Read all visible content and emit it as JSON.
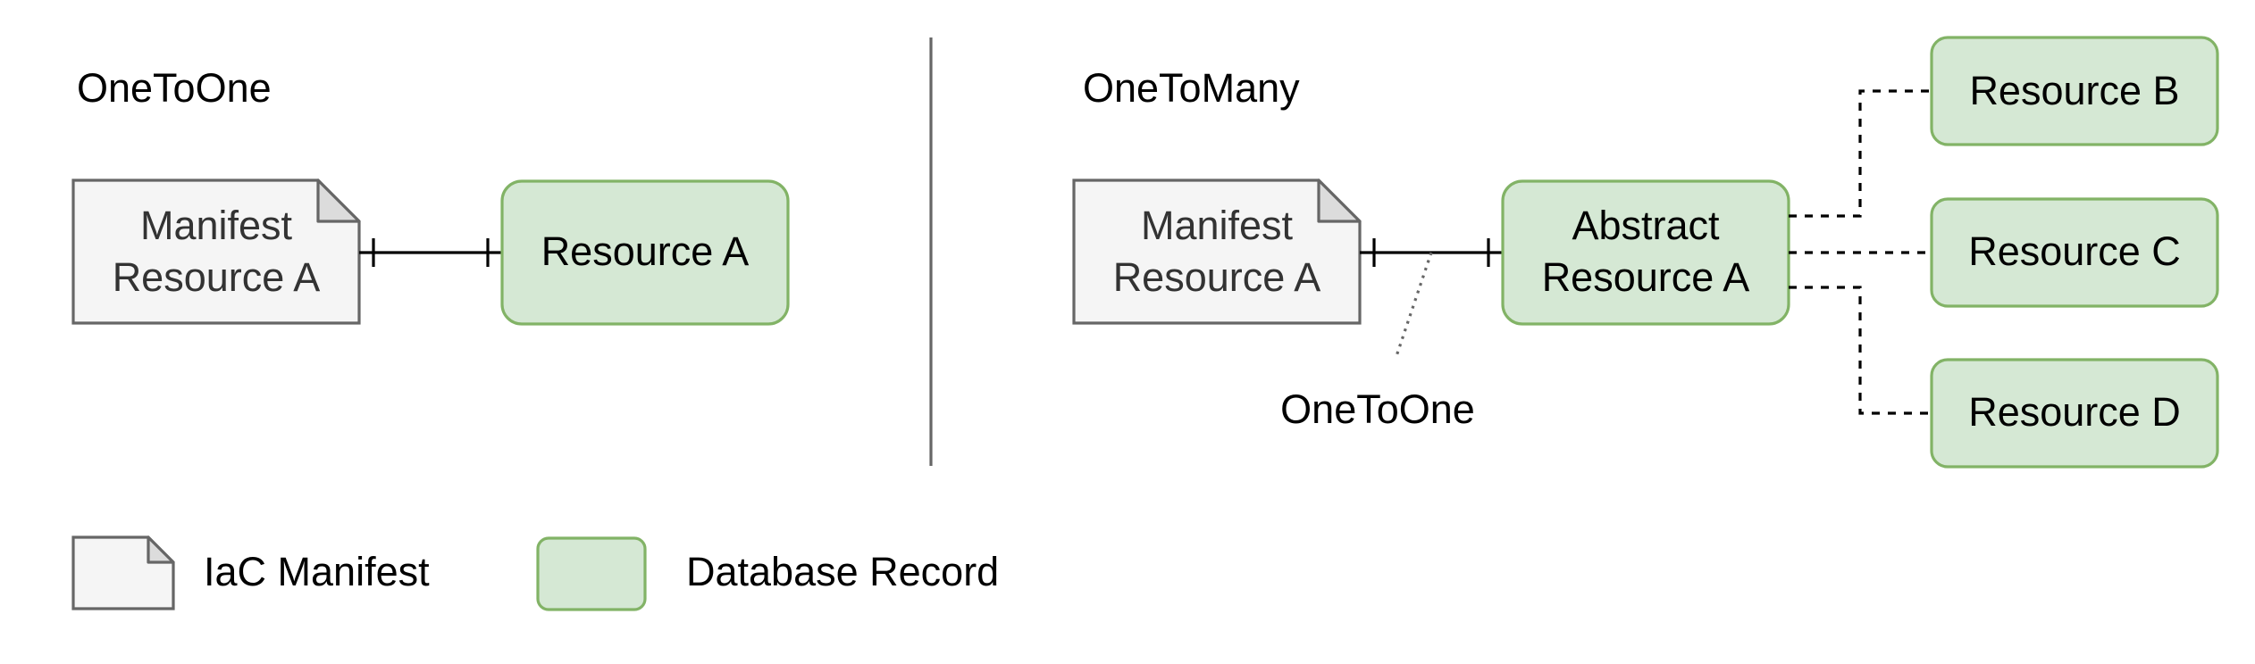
{
  "sections": {
    "left_title": "OneToOne",
    "right_title": "OneToMany"
  },
  "left": {
    "manifest": {
      "line1": "Manifest",
      "line2": "Resource A"
    },
    "record": {
      "label": "Resource A"
    }
  },
  "right": {
    "manifest": {
      "line1": "Manifest",
      "line2": "Resource A"
    },
    "abstract_record": {
      "line1": "Abstract",
      "line2": "Resource A"
    },
    "relation_label": "OneToOne",
    "children": [
      {
        "label": "Resource B"
      },
      {
        "label": "Resource C"
      },
      {
        "label": "Resource D"
      }
    ]
  },
  "legend": {
    "manifest_label": "IaC Manifest",
    "record_label": "Database Record"
  },
  "colors": {
    "manifest_fill": "#f5f5f5",
    "manifest_stroke": "#666666",
    "record_fill": "#d5e8d4",
    "record_stroke": "#82b366"
  }
}
